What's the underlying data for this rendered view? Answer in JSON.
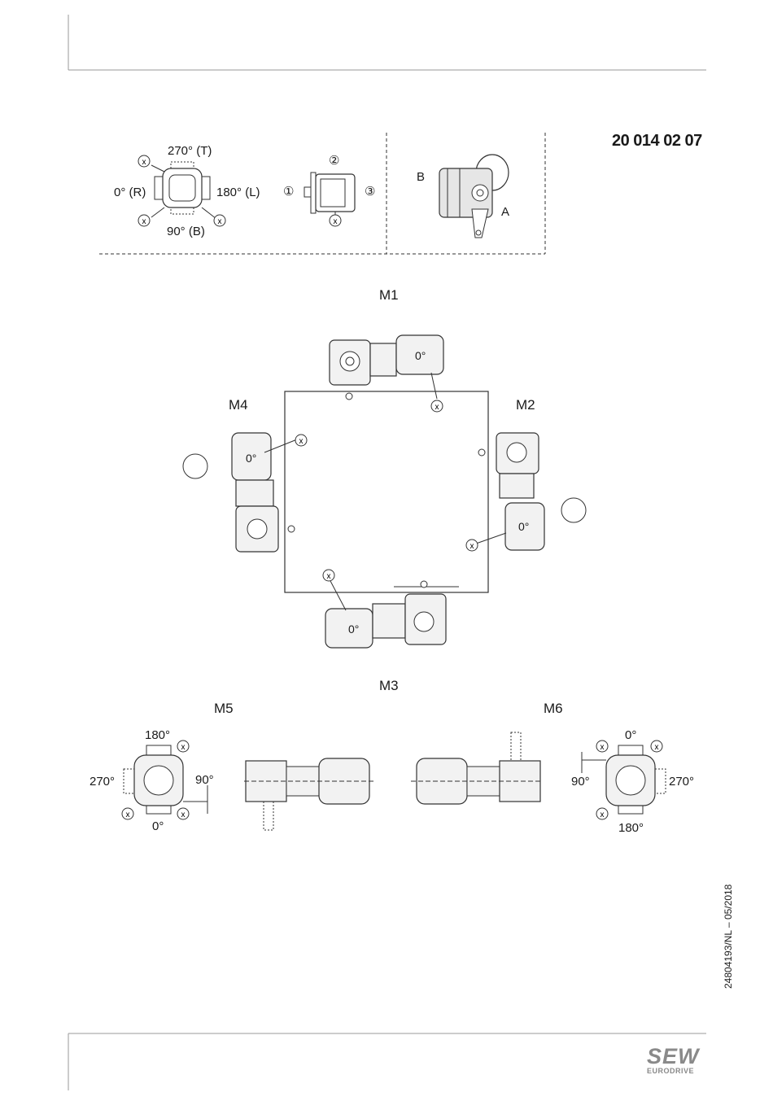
{
  "header": {
    "doc_number": "20 014 02 07"
  },
  "legend": {
    "angle_top": "270° (T)",
    "angle_left": "0° (R)",
    "angle_right": "180° (L)",
    "angle_bottom": "90° (B)",
    "marker": "X",
    "num_1": "①",
    "num_2": "②",
    "num_3": "③",
    "side_a": "A",
    "side_b": "B"
  },
  "positions": {
    "m1": "M1",
    "m2": "M2",
    "m3": "M3",
    "m4": "M4",
    "m5": "M5",
    "m6": "M6",
    "motor_angle": "0°"
  },
  "m5_labels": {
    "top": "180°",
    "left": "270°",
    "right": "90°",
    "bottom": "0°"
  },
  "m6_labels": {
    "top": "0°",
    "left": "90°",
    "right": "270°",
    "bottom": "180°"
  },
  "footer": {
    "side_ref": "24804193/NL – 05/2018",
    "logo_main": "SEW",
    "logo_sub": "EURODRIVE"
  }
}
